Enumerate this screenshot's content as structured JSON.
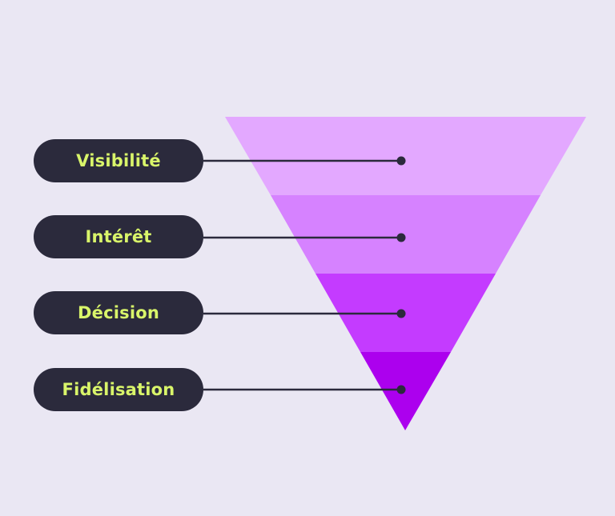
{
  "diagram": {
    "type": "funnel",
    "stages": [
      {
        "label": "Visibilité",
        "color": "#E3A8FF"
      },
      {
        "label": "Intérêt",
        "color": "#D682FF"
      },
      {
        "label": "Décision",
        "color": "#C43BFF"
      },
      {
        "label": "Fidélisation",
        "color": "#AC00EE"
      }
    ],
    "connector_color": "#2B2A3C",
    "pill_color": "#2B2A3C",
    "label_color": "#D9F56A",
    "background_color": "#EAE7F3"
  }
}
